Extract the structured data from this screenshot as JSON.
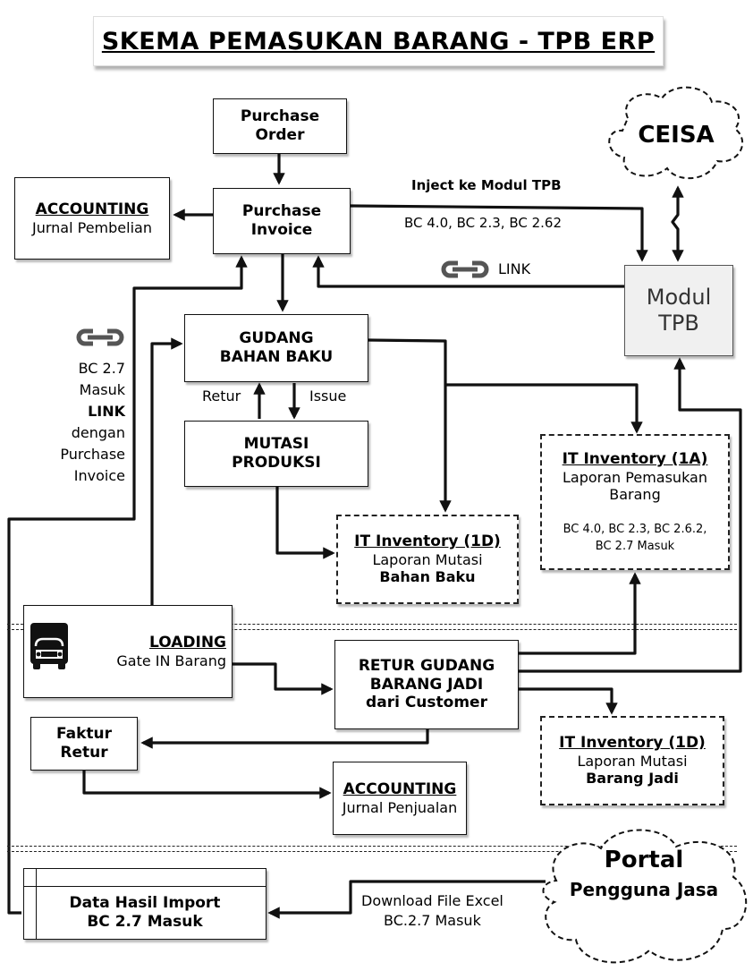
{
  "title": "SKEMA PEMASUKAN BARANG - TPB ERP",
  "nodes": {
    "purchase_order": [
      "Purchase",
      "Order"
    ],
    "purchase_invoice": [
      "Purchase",
      "Invoice"
    ],
    "accounting_pembelian": {
      "heading": "ACCOUNTING",
      "sub": "Jurnal Pembelian"
    },
    "ceisa": "CEISA",
    "modul_tpb": [
      "Modul",
      "TPB"
    ],
    "gudang_bahan_baku": [
      "GUDANG",
      "BAHAN BAKU"
    ],
    "mutasi_produksi": [
      "MUTASI",
      "PRODUKSI"
    ],
    "it_inventory_1d_bahan": {
      "heading": "IT Inventory (1D)",
      "line1": "Laporan Mutasi",
      "line2": "Bahan Baku"
    },
    "it_inventory_1a": {
      "heading": "IT Inventory (1A)",
      "line1": "Laporan Pemasukan",
      "line2": "Barang",
      "codes1": "BC 4.0, BC 2.3, BC 2.6.2,",
      "codes2": "BC 2.7 Masuk"
    },
    "loading": {
      "heading": "LOADING",
      "sub": "Gate IN Barang"
    },
    "retur_gudang": [
      "RETUR GUDANG",
      "BARANG JADI",
      "dari Customer"
    ],
    "faktur_retur": [
      "Faktur",
      "Retur"
    ],
    "accounting_penjualan": {
      "heading": "ACCOUNTING",
      "sub": "Jurnal Penjualan"
    },
    "it_inventory_1d_jadi": {
      "heading": "IT Inventory (1D)",
      "line1": "Laporan Mutasi",
      "line2": "Barang Jadi"
    },
    "data_hasil_import": [
      "Data Hasil Import",
      "BC 2.7 Masuk"
    ],
    "portal": {
      "line1": "Portal",
      "line2": "Pengguna Jasa"
    }
  },
  "edge_labels": {
    "inject": "Inject ke Modul TPB",
    "inject_codes": "BC 4.0, BC 2.3, BC 2.62",
    "link": "LINK",
    "retur": "Retur",
    "issue": "Issue",
    "bc27_note": [
      "BC 2.7",
      "Masuk",
      "LINK",
      "dengan",
      "Purchase",
      "Invoice"
    ],
    "download": [
      "Download File Excel",
      "BC.2.7 Masuk"
    ]
  },
  "icons": {
    "link": "chain-link-icon",
    "truck": "truck-icon"
  },
  "colors": {
    "line": "#111111",
    "link_icon": "#555555",
    "modul_fill": "#f0f0f0"
  }
}
